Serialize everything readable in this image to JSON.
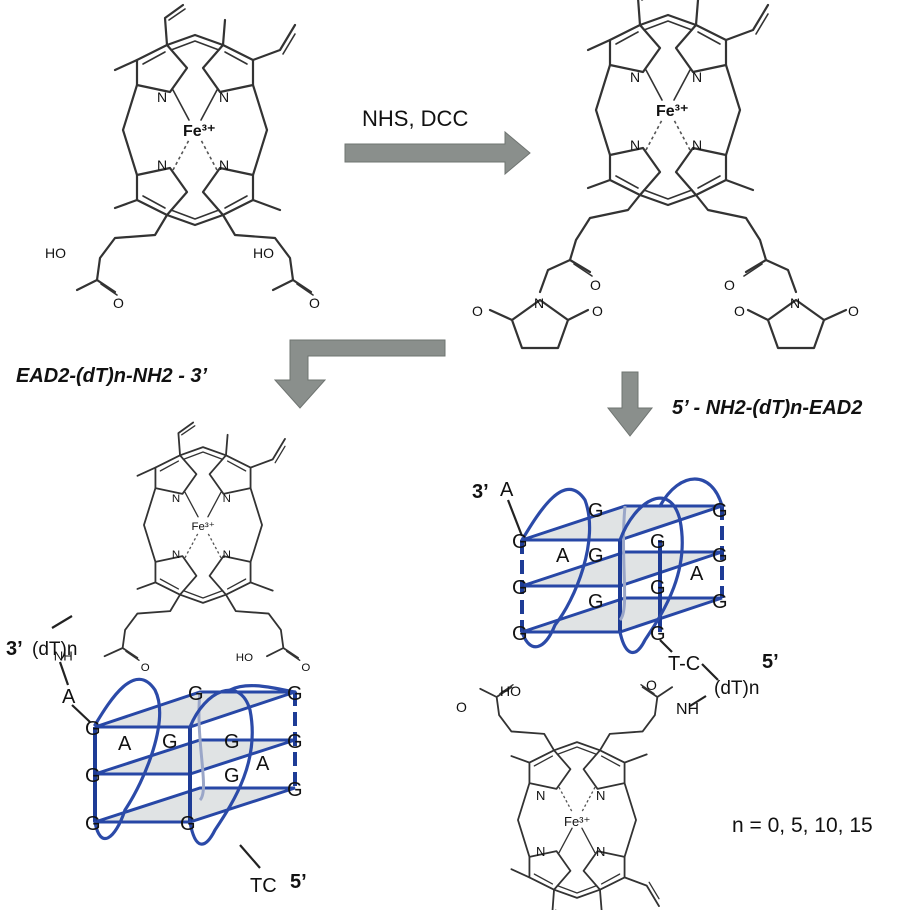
{
  "reaction": {
    "reagents": "NHS, DCC",
    "left_conjugate_label": "EAD2-(dT)n-NH2 - 3’",
    "right_conjugate_label": "5’ - NH2-(dT)n-EAD2"
  },
  "molecule_labels": {
    "iron_superscript": "Fe³⁺",
    "nitrogen": "N",
    "hydroxyl_acid": "HO",
    "oxygen": "O",
    "amide": "NH"
  },
  "left_quadruplex": {
    "end_3_prime": "3’",
    "end_5_prime": "5’",
    "linker": "(dT)n",
    "nucleotides": [
      "A",
      "G",
      "G",
      "G",
      "A",
      "G",
      "G",
      "G",
      "A",
      "G",
      "G",
      "G",
      "TC"
    ]
  },
  "right_quadruplex": {
    "end_3_prime": "3’",
    "end_5_prime": "5’",
    "linker": "(dT)n",
    "nucleotides": [
      "A",
      "G",
      "G",
      "G",
      "A",
      "G",
      "G",
      "G",
      "A",
      "G",
      "G",
      "G",
      "T-C"
    ]
  },
  "length_note": "n = 0, 5, 10, 15",
  "colors": {
    "arrow": "#8a8f8c",
    "strand": "#2b4aa8",
    "plane": "#d6dadb"
  }
}
